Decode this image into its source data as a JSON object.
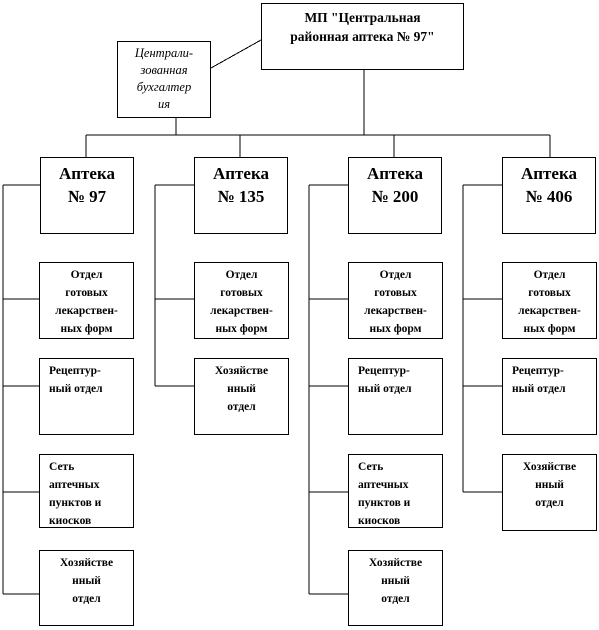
{
  "root": {
    "label": "МП \"Центральная\nрайонная аптека № 97\""
  },
  "accounting": {
    "label": "Централи-\nзованная\nбухгалтер\nия"
  },
  "pharmacies": [
    {
      "label": "Аптека\n№ 97",
      "departments": [
        {
          "label": "Отдел\nготовых\nлекарствен-\nных форм"
        },
        {
          "label": "Рецептур-\nный отдел"
        },
        {
          "label": "Сеть\nаптечных\nпунктов и\nкиосков"
        },
        {
          "label": "Хозяйстве\nнный\nотдел"
        }
      ]
    },
    {
      "label": "Аптека\n№ 135",
      "departments": [
        {
          "label": "Отдел\nготовых\nлекарствен-\nных форм"
        },
        {
          "label": "Хозяйстве\nнный\nотдел"
        }
      ]
    },
    {
      "label": "Аптека\n№ 200",
      "departments": [
        {
          "label": "Отдел\nготовых\nлекарствен-\nных форм"
        },
        {
          "label": "Рецептур-\nный отдел"
        },
        {
          "label": "Сеть\nаптечных\nпунктов и\nкиосков"
        },
        {
          "label": "Хозяйстве\nнный\nотдел"
        }
      ]
    },
    {
      "label": "Аптека\n№ 406",
      "departments": [
        {
          "label": "Отдел\nготовых\nлекарствен-\nных форм"
        },
        {
          "label": "Рецептур-\nный отдел"
        },
        {
          "label": "Хозяйстве\nнный\nотдел"
        }
      ]
    }
  ]
}
